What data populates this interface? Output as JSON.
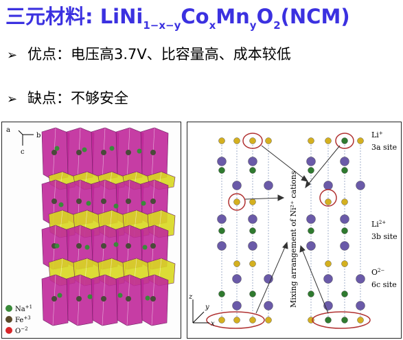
{
  "title": {
    "prefix": "三元材料: LiNi",
    "sub1": "1−x−y",
    "co": "Co",
    "sub2": "x",
    "mn": "Mn",
    "sub3": "y",
    "o": "O",
    "sub4": "2",
    "suffix": "(NCM)"
  },
  "bullets": [
    {
      "arrow": "➢",
      "text": "优点：电压高3.7V、比容量高、成本较低"
    },
    {
      "arrow": "➢",
      "text": "缺点：不够安全"
    }
  ],
  "figure_left": {
    "axis_a": "a",
    "axis_b": "b",
    "axis_c": "c",
    "legend": [
      {
        "label": "Na",
        "sup": "+1",
        "color": "#3a8a3a"
      },
      {
        "label": "Fe",
        "sup": "+3",
        "color": "#5a4a2a"
      },
      {
        "label": "O",
        "sup": "−2",
        "color": "#d8262a"
      }
    ],
    "colors": {
      "magenta": "#c0289a",
      "yellow": "#d8d820"
    }
  },
  "figure_right": {
    "site_li": "Li",
    "site_li_sup": "+",
    "site_li_name": "3a site",
    "site_li3b": "Li",
    "site_li3b_sup": "2+",
    "site_li3b_name": "3b site",
    "site_o": "O",
    "site_o_sup": "2−",
    "site_o_name": "6c site",
    "vertical_label": "Mixing arrangement of Ni²⁺ cations",
    "axis_z": "z",
    "axis_y": "y",
    "axis_x": "x",
    "colors": {
      "li": "#d4b020",
      "ni": "#2f7a2f",
      "o": "#6a5aa8",
      "ring": "#b03030"
    }
  }
}
